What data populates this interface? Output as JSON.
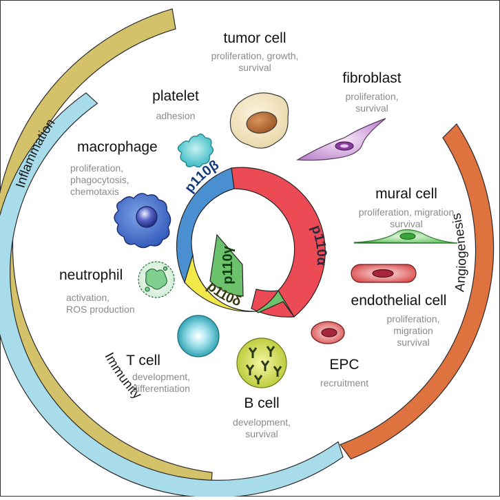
{
  "arcs": {
    "inflammation": "Inflammation",
    "immunity": "Immunity",
    "angiogenesis": "Angiogenesis"
  },
  "isoforms": {
    "p110a": "p110α",
    "p110b": "p110β",
    "p110d": "p110δ",
    "p110g": "p110γ"
  },
  "colors": {
    "inflammation": "#d4c26a",
    "immunity": "#a9dcea",
    "angiogenesis": "#de7340",
    "p110a": "#ec4b55",
    "p110b": "#4a8fcf",
    "p110d": "#f2e84a",
    "p110g": "#6cc26b"
  },
  "cells": {
    "tumor": {
      "title": "tumor cell",
      "desc": [
        "proliferation, growth,",
        "survival"
      ]
    },
    "fibroblast": {
      "title": "fibroblast",
      "desc": [
        "proliferation,",
        "survival"
      ]
    },
    "platelet": {
      "title": "platelet",
      "desc": [
        "adhesion"
      ]
    },
    "macrophage": {
      "title": "macrophage",
      "desc": [
        "proliferation,",
        "phagocytosis,",
        "chemotaxis"
      ]
    },
    "mural": {
      "title": "mural cell",
      "desc": [
        "proliferation, migration",
        "survival"
      ]
    },
    "neutrophil": {
      "title": "neutrophil",
      "desc": [
        "activation,",
        "ROS production"
      ]
    },
    "endothelial": {
      "title": "endothelial cell",
      "desc": [
        "proliferation,",
        "migration",
        "survival"
      ]
    },
    "tcell": {
      "title": "T cell",
      "desc": [
        "development,",
        "differentiation"
      ]
    },
    "epc": {
      "title": "EPC",
      "desc": [
        "recruitment"
      ]
    },
    "bcell": {
      "title": "B cell",
      "desc": [
        "development,",
        "survival"
      ]
    }
  }
}
